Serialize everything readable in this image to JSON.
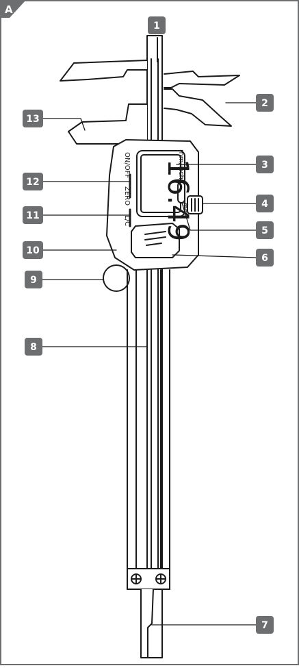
{
  "figure": {
    "corner_label": "A",
    "colors": {
      "badge": "#6d6e70",
      "line": "#1a1a1a",
      "paper": "#ffffff"
    }
  },
  "display": {
    "reading": "16.49",
    "unit": "mm",
    "unit_button_label": "mm/inch",
    "on_off_label": "ON/OFF",
    "zero_label": "ZERO",
    "lc_label": "L/C"
  },
  "callouts": [
    {
      "num": "1",
      "part": "callout-1"
    },
    {
      "num": "2",
      "part": "callout-2"
    },
    {
      "num": "3",
      "part": "callout-3"
    },
    {
      "num": "4",
      "part": "callout-4"
    },
    {
      "num": "5",
      "part": "callout-5"
    },
    {
      "num": "6",
      "part": "callout-6"
    },
    {
      "num": "7",
      "part": "callout-7"
    },
    {
      "num": "8",
      "part": "callout-8"
    },
    {
      "num": "9",
      "part": "callout-9"
    },
    {
      "num": "10",
      "part": "callout-10"
    },
    {
      "num": "11",
      "part": "callout-11"
    },
    {
      "num": "12",
      "part": "callout-12"
    },
    {
      "num": "13",
      "part": "callout-13"
    }
  ]
}
